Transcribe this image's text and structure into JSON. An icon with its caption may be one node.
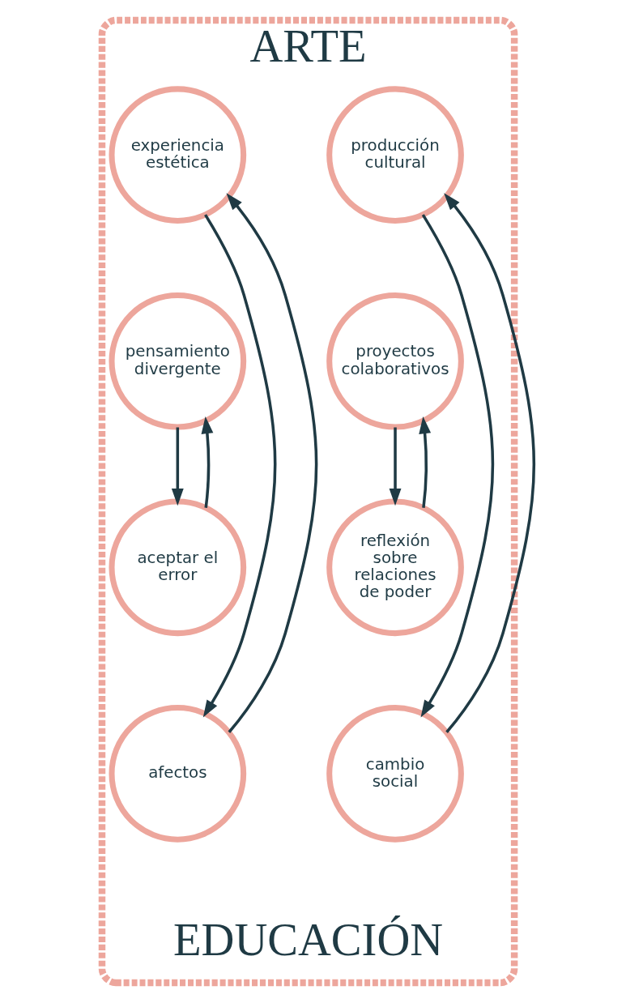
{
  "diagram": {
    "nodes": [
      {
        "text": [
          "ARTE",
          "EDUCACIÓN"
        ]
      },
      {
        "text": [
          "producción cultural"
        ],
        "in": 0
      },
      {
        "text": [
          "experiencia estética"
        ],
        "in": 0
      },
      {
        "text": [
          "proyectos colaborativos"
        ],
        "in": 0
      },
      {
        "text": [
          "pensamiento divergente"
        ],
        "in": 0
      },
      {
        "text": [
          "reflexión sobre relaciones de poder"
        ],
        "in": 0
      },
      {
        "text": [
          "aceptar el error"
        ],
        "in": 0
      },
      {
        "text": [
          "cambio social"
        ],
        "in": 0
      },
      {
        "text": [
          "afectos"
        ],
        "in": 0
      }
    ],
    "edges": [
      {
        "from": 1,
        "to": 7,
        "arrow": "to"
      },
      {
        "from": 7,
        "to": 1,
        "arrow": "to"
      },
      {
        "from": 2,
        "to": 8,
        "arrow": "to"
      },
      {
        "from": 8,
        "to": 2,
        "arrow": "to"
      },
      {
        "from": 3,
        "to": 5,
        "arrow": "to"
      },
      {
        "from": 5,
        "to": 3,
        "arrow": "to"
      },
      {
        "from": 4,
        "to": 6,
        "arrow": "to"
      },
      {
        "from": 6,
        "to": 4,
        "arrow": "to"
      }
    ]
  }
}
